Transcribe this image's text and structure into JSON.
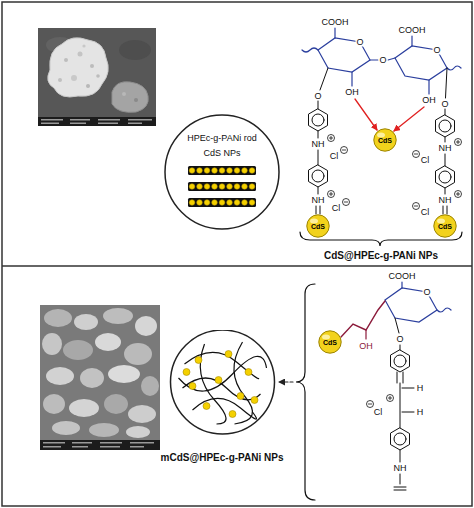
{
  "diagram": {
    "nodes": [
      {
        "text": [
          "HPEc-g-PANi rod",
          "CdS NPs"
        ]
      },
      {
        "text": [
          "CdS"
        ]
      },
      {
        "text": [
          "CdS"
        ]
      },
      {
        "text": [
          "CdS"
        ]
      },
      {
        "text": [
          "mCdS@HPEc-g-PANi NPs"
        ]
      },
      {
        "text": [
          "CdS"
        ]
      }
    ],
    "labels": [
      "COOH",
      "COOH",
      "O",
      "O",
      "O",
      "OH",
      "OH",
      "O",
      "O",
      "NH",
      "Cl",
      "NH",
      "Cl",
      "NH",
      "Cl",
      "NH",
      "Cl",
      "CdS@HPEc-g-PANi NPs",
      "COOH",
      "O",
      "O",
      "OH",
      "H",
      "Cl",
      "H",
      "NH"
    ]
  }
}
